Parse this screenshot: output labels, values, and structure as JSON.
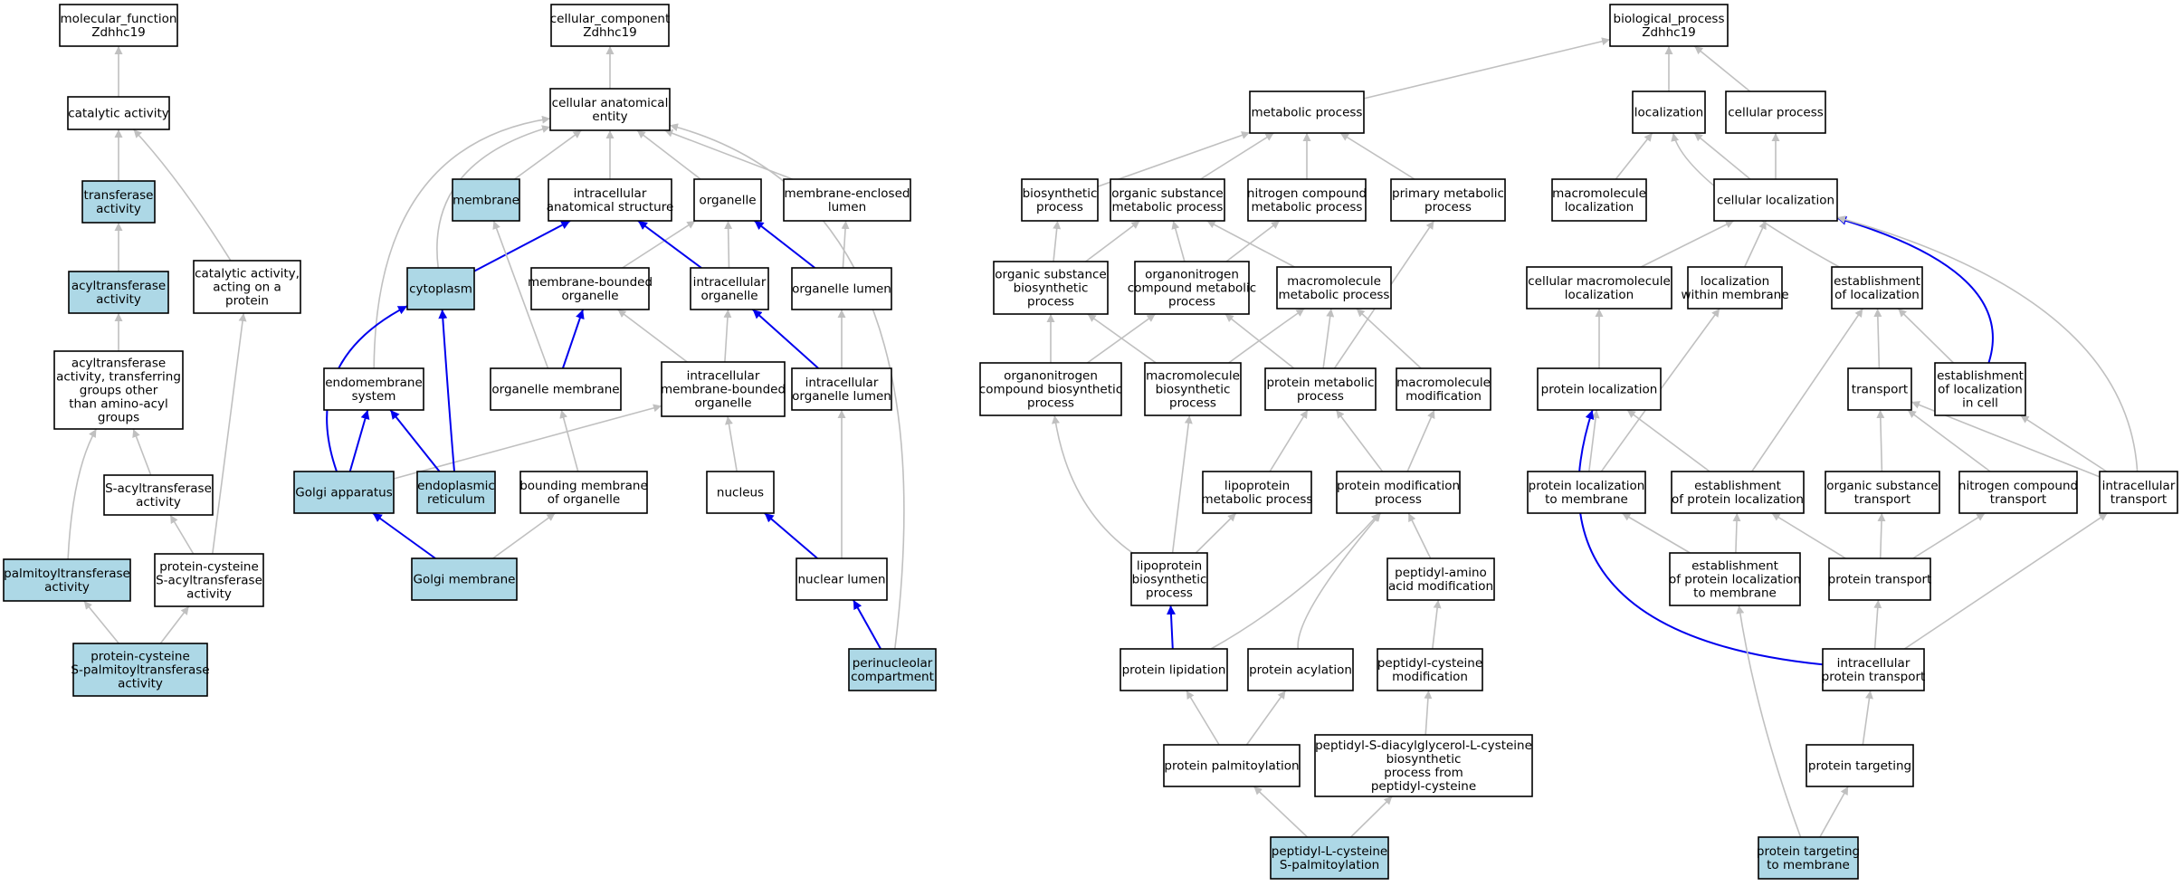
{
  "diagram": {
    "colors": {
      "highlight_fill": "#add8e6",
      "plain_fill": "#ffffff",
      "border": "#000000",
      "gray_edge": "#c0c0c0",
      "blue_edge": "#0000ee"
    },
    "nodes": [
      {
        "id": "mf",
        "lines": [
          "molecular_function",
          "Zdhhc19"
        ],
        "highlight": false
      },
      {
        "id": "cat",
        "lines": [
          "catalytic activity"
        ],
        "highlight": false
      },
      {
        "id": "transf",
        "lines": [
          "transferase",
          "activity"
        ],
        "highlight": true
      },
      {
        "id": "acyl",
        "lines": [
          "acyltransferase",
          "activity"
        ],
        "highlight": true
      },
      {
        "id": "catprot",
        "lines": [
          "catalytic activity,",
          "acting on a",
          "protein"
        ],
        "highlight": false
      },
      {
        "id": "acylother",
        "lines": [
          "acyltransferase",
          "activity, transferring",
          "groups other",
          "than amino-acyl",
          "groups"
        ],
        "highlight": false
      },
      {
        "id": "sacyl",
        "lines": [
          "S-acyltransferase",
          "activity"
        ],
        "highlight": false
      },
      {
        "id": "palm",
        "lines": [
          "palmitoyltransferase",
          "activity"
        ],
        "highlight": true
      },
      {
        "id": "pcsacyl",
        "lines": [
          "protein-cysteine",
          "S-acyltransferase",
          "activity"
        ],
        "highlight": false
      },
      {
        "id": "pcspalm",
        "lines": [
          "protein-cysteine",
          "S-palmitoyltransferase",
          "activity"
        ],
        "highlight": true
      },
      {
        "id": "cc",
        "lines": [
          "cellular_component",
          "Zdhhc19"
        ],
        "highlight": false
      },
      {
        "id": "cae",
        "lines": [
          "cellular anatomical",
          "entity"
        ],
        "highlight": false
      },
      {
        "id": "membrane",
        "lines": [
          "membrane"
        ],
        "highlight": true
      },
      {
        "id": "ias",
        "lines": [
          "intracellular",
          "anatomical structure"
        ],
        "highlight": false
      },
      {
        "id": "organelle",
        "lines": [
          "organelle"
        ],
        "highlight": false
      },
      {
        "id": "mel",
        "lines": [
          "membrane-enclosed",
          "lumen"
        ],
        "highlight": false
      },
      {
        "id": "cyto",
        "lines": [
          "cytoplasm"
        ],
        "highlight": true
      },
      {
        "id": "mbo",
        "lines": [
          "membrane-bounded",
          "organelle"
        ],
        "highlight": false
      },
      {
        "id": "io",
        "lines": [
          "intracellular",
          "organelle"
        ],
        "highlight": false
      },
      {
        "id": "olumen",
        "lines": [
          "organelle lumen"
        ],
        "highlight": false
      },
      {
        "id": "endo",
        "lines": [
          "endomembrane",
          "system"
        ],
        "highlight": false
      },
      {
        "id": "om",
        "lines": [
          "organelle membrane"
        ],
        "highlight": false
      },
      {
        "id": "imbo",
        "lines": [
          "intracellular",
          "membrane-bounded",
          "organelle"
        ],
        "highlight": false
      },
      {
        "id": "iol",
        "lines": [
          "intracellular",
          "organelle lumen"
        ],
        "highlight": false
      },
      {
        "id": "golgi",
        "lines": [
          "Golgi apparatus"
        ],
        "highlight": true
      },
      {
        "id": "er",
        "lines": [
          "endoplasmic",
          "reticulum"
        ],
        "highlight": true
      },
      {
        "id": "bmo",
        "lines": [
          "bounding membrane",
          "of organelle"
        ],
        "highlight": false
      },
      {
        "id": "nucleus",
        "lines": [
          "nucleus"
        ],
        "highlight": false
      },
      {
        "id": "gm",
        "lines": [
          "Golgi membrane"
        ],
        "highlight": true
      },
      {
        "id": "nl",
        "lines": [
          "nuclear lumen"
        ],
        "highlight": false
      },
      {
        "id": "pnc",
        "lines": [
          "perinucleolar",
          "compartment"
        ],
        "highlight": true
      },
      {
        "id": "mp",
        "lines": [
          "metabolic process"
        ],
        "highlight": false
      },
      {
        "id": "bp_bio",
        "lines": [
          "biosynthetic",
          "process"
        ],
        "highlight": false
      },
      {
        "id": "osmp",
        "lines": [
          "organic substance",
          "metabolic process"
        ],
        "highlight": false
      },
      {
        "id": "ncmp",
        "lines": [
          "nitrogen compound",
          "metabolic process"
        ],
        "highlight": false
      },
      {
        "id": "pmp",
        "lines": [
          "primary metabolic",
          "process"
        ],
        "highlight": false
      },
      {
        "id": "osbp",
        "lines": [
          "organic substance",
          "biosynthetic",
          "process"
        ],
        "highlight": false
      },
      {
        "id": "oncmp",
        "lines": [
          "organonitrogen",
          "compound metabolic",
          "process"
        ],
        "highlight": false
      },
      {
        "id": "mmp",
        "lines": [
          "macromolecule",
          "metabolic process"
        ],
        "highlight": false
      },
      {
        "id": "oncbp",
        "lines": [
          "organonitrogen",
          "compound biosynthetic",
          "process"
        ],
        "highlight": false
      },
      {
        "id": "mbp",
        "lines": [
          "macromolecule",
          "biosynthetic",
          "process"
        ],
        "highlight": false
      },
      {
        "id": "protmp",
        "lines": [
          "protein metabolic",
          "process"
        ],
        "highlight": false
      },
      {
        "id": "mmod",
        "lines": [
          "macromolecule",
          "modification"
        ],
        "highlight": false
      },
      {
        "id": "lmp",
        "lines": [
          "lipoprotein",
          "metabolic process"
        ],
        "highlight": false
      },
      {
        "id": "pmod",
        "lines": [
          "protein modification",
          "process"
        ],
        "highlight": false
      },
      {
        "id": "lbp",
        "lines": [
          "lipoprotein",
          "biosynthetic",
          "process"
        ],
        "highlight": false
      },
      {
        "id": "paam",
        "lines": [
          "peptidyl-amino",
          "acid modification"
        ],
        "highlight": false
      },
      {
        "id": "plip",
        "lines": [
          "protein lipidation"
        ],
        "highlight": false
      },
      {
        "id": "pacyl",
        "lines": [
          "protein acylation"
        ],
        "highlight": false
      },
      {
        "id": "pcm",
        "lines": [
          "peptidyl-cysteine",
          "modification"
        ],
        "highlight": false
      },
      {
        "id": "ppalm",
        "lines": [
          "protein palmitoylation"
        ],
        "highlight": false
      },
      {
        "id": "pdag",
        "lines": [
          "peptidyl-S-diacylglycerol-L-cysteine",
          "biosynthetic",
          "process from",
          "peptidyl-cysteine"
        ],
        "highlight": false
      },
      {
        "id": "plcsp",
        "lines": [
          "peptidyl-L-cysteine",
          "S-palmitoylation"
        ],
        "highlight": true
      },
      {
        "id": "bpz",
        "lines": [
          "biological_process",
          "Zdhhc19"
        ],
        "highlight": false
      },
      {
        "id": "loc",
        "lines": [
          "localization"
        ],
        "highlight": false
      },
      {
        "id": "cp",
        "lines": [
          "cellular process"
        ],
        "highlight": false
      },
      {
        "id": "mloc",
        "lines": [
          "macromolecule",
          "localization"
        ],
        "highlight": false
      },
      {
        "id": "cloc",
        "lines": [
          "cellular localization"
        ],
        "highlight": false
      },
      {
        "id": "cmloc",
        "lines": [
          "cellular macromolecule",
          "localization"
        ],
        "highlight": false
      },
      {
        "id": "lwm",
        "lines": [
          "localization",
          "within membrane"
        ],
        "highlight": false
      },
      {
        "id": "eol",
        "lines": [
          "establishment",
          "of localization"
        ],
        "highlight": false
      },
      {
        "id": "ploc",
        "lines": [
          "protein localization"
        ],
        "highlight": false
      },
      {
        "id": "trans",
        "lines": [
          "transport"
        ],
        "highlight": false
      },
      {
        "id": "eolc",
        "lines": [
          "establishment",
          "of localization",
          "in cell"
        ],
        "highlight": false
      },
      {
        "id": "pltm",
        "lines": [
          "protein localization",
          "to membrane"
        ],
        "highlight": false
      },
      {
        "id": "epl",
        "lines": [
          "establishment",
          "of protein localization"
        ],
        "highlight": false
      },
      {
        "id": "ost",
        "lines": [
          "organic substance",
          "transport"
        ],
        "highlight": false
      },
      {
        "id": "nct",
        "lines": [
          "nitrogen compound",
          "transport"
        ],
        "highlight": false
      },
      {
        "id": "it",
        "lines": [
          "intracellular",
          "transport"
        ],
        "highlight": false
      },
      {
        "id": "epltm",
        "lines": [
          "establishment",
          "of protein localization",
          "to membrane"
        ],
        "highlight": false
      },
      {
        "id": "pt",
        "lines": [
          "protein transport"
        ],
        "highlight": false
      },
      {
        "id": "ipt",
        "lines": [
          "intracellular",
          "protein transport"
        ],
        "highlight": false
      },
      {
        "id": "ptarg",
        "lines": [
          "protein targeting"
        ],
        "highlight": false
      },
      {
        "id": "ptm",
        "lines": [
          "protein targeting",
          "to membrane"
        ],
        "highlight": true
      }
    ],
    "edges": [
      [
        "cat",
        "mf",
        "gray"
      ],
      [
        "transf",
        "cat",
        "gray"
      ],
      [
        "acyl",
        "transf",
        "gray"
      ],
      [
        "catprot",
        "cat",
        "gray"
      ],
      [
        "acylother",
        "acyl",
        "gray"
      ],
      [
        "sacyl",
        "acylother",
        "gray"
      ],
      [
        "palm",
        "acylother",
        "gray"
      ],
      [
        "pcsacyl",
        "sacyl",
        "gray"
      ],
      [
        "pcsacyl",
        "catprot",
        "gray"
      ],
      [
        "pcspalm",
        "palm",
        "gray"
      ],
      [
        "pcspalm",
        "pcsacyl",
        "gray"
      ],
      [
        "cae",
        "cc",
        "gray"
      ],
      [
        "membrane",
        "cae",
        "gray"
      ],
      [
        "ias",
        "cae",
        "gray"
      ],
      [
        "organelle",
        "cae",
        "gray"
      ],
      [
        "mel",
        "cae",
        "gray"
      ],
      [
        "cyto",
        "cae",
        "gray"
      ],
      [
        "endo",
        "cae",
        "gray"
      ],
      [
        "pnc",
        "cae",
        "gray"
      ],
      [
        "cyto",
        "ias",
        "blue"
      ],
      [
        "mbo",
        "organelle",
        "gray"
      ],
      [
        "io",
        "ias",
        "blue"
      ],
      [
        "io",
        "organelle",
        "gray"
      ],
      [
        "olumen",
        "organelle",
        "blue"
      ],
      [
        "olumen",
        "mel",
        "gray"
      ],
      [
        "om",
        "membrane",
        "gray"
      ],
      [
        "om",
        "mbo",
        "blue"
      ],
      [
        "imbo",
        "mbo",
        "gray"
      ],
      [
        "imbo",
        "io",
        "gray"
      ],
      [
        "iol",
        "olumen",
        "gray"
      ],
      [
        "iol",
        "io",
        "blue"
      ],
      [
        "golgi",
        "cyto",
        "blue"
      ],
      [
        "golgi",
        "endo",
        "blue"
      ],
      [
        "golgi",
        "imbo",
        "gray"
      ],
      [
        "er",
        "cyto",
        "blue"
      ],
      [
        "er",
        "endo",
        "blue"
      ],
      [
        "bmo",
        "om",
        "gray"
      ],
      [
        "nucleus",
        "imbo",
        "gray"
      ],
      [
        "gm",
        "golgi",
        "blue"
      ],
      [
        "gm",
        "bmo",
        "gray"
      ],
      [
        "nl",
        "nucleus",
        "blue"
      ],
      [
        "nl",
        "iol",
        "gray"
      ],
      [
        "pnc",
        "nl",
        "blue"
      ],
      [
        "mp",
        "bpz",
        "gray"
      ],
      [
        "bp_bio",
        "mp",
        "gray"
      ],
      [
        "osmp",
        "mp",
        "gray"
      ],
      [
        "ncmp",
        "mp",
        "gray"
      ],
      [
        "pmp",
        "mp",
        "gray"
      ],
      [
        "osbp",
        "bp_bio",
        "gray"
      ],
      [
        "osbp",
        "osmp",
        "gray"
      ],
      [
        "oncmp",
        "osmp",
        "gray"
      ],
      [
        "oncmp",
        "ncmp",
        "gray"
      ],
      [
        "mmp",
        "osmp",
        "gray"
      ],
      [
        "oncbp",
        "osbp",
        "gray"
      ],
      [
        "oncbp",
        "oncmp",
        "gray"
      ],
      [
        "mbp",
        "osbp",
        "gray"
      ],
      [
        "mbp",
        "mmp",
        "gray"
      ],
      [
        "protmp",
        "oncmp",
        "gray"
      ],
      [
        "protmp",
        "mmp",
        "gray"
      ],
      [
        "protmp",
        "pmp",
        "gray"
      ],
      [
        "mmod",
        "mmp",
        "gray"
      ],
      [
        "lmp",
        "protmp",
        "gray"
      ],
      [
        "pmod",
        "protmp",
        "gray"
      ],
      [
        "pmod",
        "mmod",
        "gray"
      ],
      [
        "lbp",
        "oncbp",
        "gray"
      ],
      [
        "lbp",
        "mbp",
        "gray"
      ],
      [
        "lbp",
        "lmp",
        "gray"
      ],
      [
        "paam",
        "pmod",
        "gray"
      ],
      [
        "plip",
        "lbp",
        "blue"
      ],
      [
        "plip",
        "pmod",
        "gray"
      ],
      [
        "pacyl",
        "pmod",
        "gray"
      ],
      [
        "pcm",
        "paam",
        "gray"
      ],
      [
        "ppalm",
        "plip",
        "gray"
      ],
      [
        "ppalm",
        "pacyl",
        "gray"
      ],
      [
        "pdag",
        "pcm",
        "gray"
      ],
      [
        "plcsp",
        "ppalm",
        "gray"
      ],
      [
        "plcsp",
        "pdag",
        "gray"
      ],
      [
        "loc",
        "bpz",
        "gray"
      ],
      [
        "cp",
        "bpz",
        "gray"
      ],
      [
        "mloc",
        "loc",
        "gray"
      ],
      [
        "cloc",
        "loc",
        "gray"
      ],
      [
        "cloc",
        "cp",
        "gray"
      ],
      [
        "cmloc",
        "cloc",
        "gray"
      ],
      [
        "lwm",
        "cloc",
        "gray"
      ],
      [
        "eol",
        "loc",
        "gray"
      ],
      [
        "ploc",
        "cmloc",
        "gray"
      ],
      [
        "trans",
        "eol",
        "gray"
      ],
      [
        "eolc",
        "eol",
        "gray"
      ],
      [
        "eolc",
        "cloc",
        "blue"
      ],
      [
        "pltm",
        "ploc",
        "gray"
      ],
      [
        "pltm",
        "lwm",
        "gray"
      ],
      [
        "epl",
        "ploc",
        "gray"
      ],
      [
        "epl",
        "eol",
        "gray"
      ],
      [
        "ost",
        "trans",
        "gray"
      ],
      [
        "nct",
        "trans",
        "gray"
      ],
      [
        "it",
        "trans",
        "gray"
      ],
      [
        "it",
        "eolc",
        "gray"
      ],
      [
        "it",
        "cloc",
        "gray"
      ],
      [
        "epltm",
        "pltm",
        "gray"
      ],
      [
        "epltm",
        "epl",
        "gray"
      ],
      [
        "pt",
        "epl",
        "gray"
      ],
      [
        "pt",
        "ost",
        "gray"
      ],
      [
        "pt",
        "nct",
        "gray"
      ],
      [
        "ipt",
        "pt",
        "gray"
      ],
      [
        "ipt",
        "it",
        "gray"
      ],
      [
        "ipt",
        "ploc",
        "blue"
      ],
      [
        "ptarg",
        "ipt",
        "gray"
      ],
      [
        "ptm",
        "ptarg",
        "gray"
      ],
      [
        "ptm",
        "epltm",
        "gray"
      ]
    ]
  }
}
